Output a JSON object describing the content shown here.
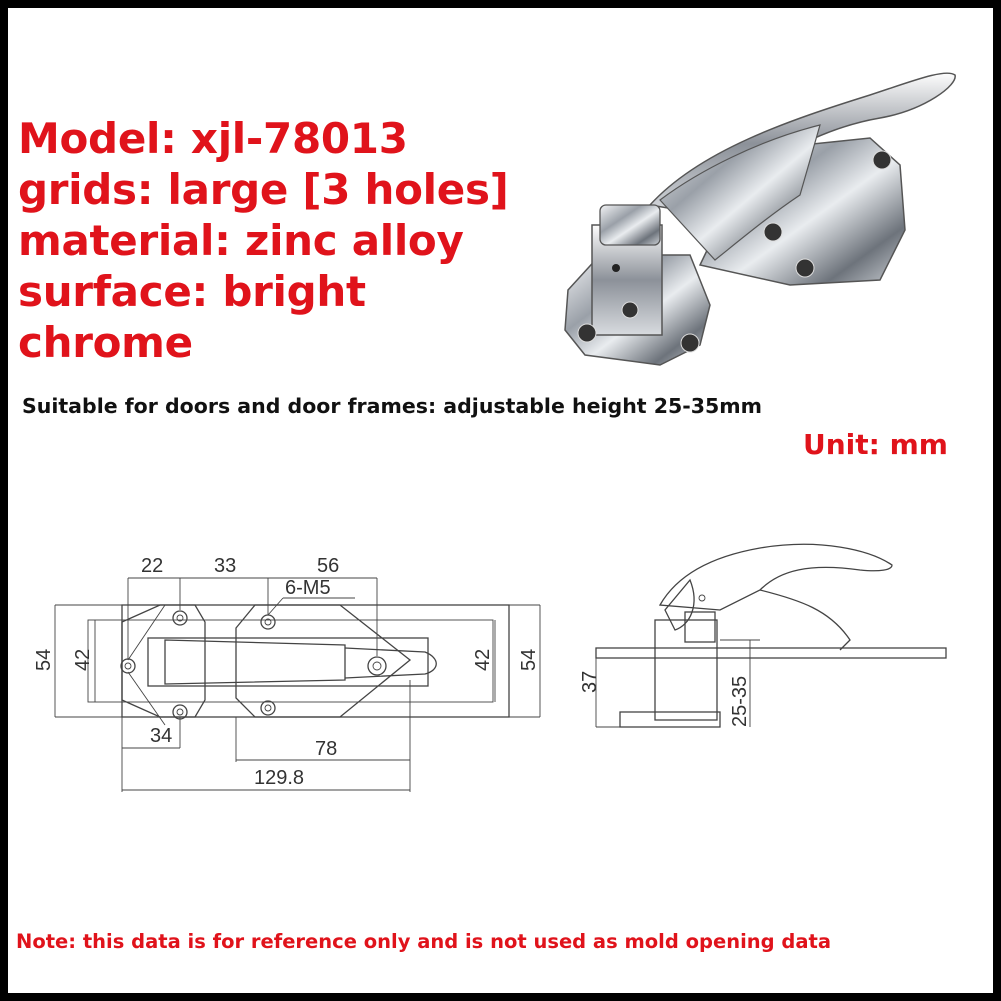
{
  "specs": {
    "model": "Model: xjl-78013",
    "grids": "grids: large [3 holes]",
    "material": "material: zinc alloy",
    "surface_line1": "surface: bright",
    "surface_line2": "chrome"
  },
  "suitable_text": "Suitable for doors and door frames: adjustable height 25-35mm",
  "unit_text": "Unit: mm",
  "note_text": "Note: this data is for reference only and is not used as mold opening data",
  "dimensions": {
    "d22": "22",
    "d33": "33",
    "d56": "56",
    "thread": "6-M5",
    "d54_left": "54",
    "d42_left": "42",
    "d42_right": "42",
    "d54_right": "54",
    "d34": "34",
    "d78": "78",
    "d129": "129.8",
    "d37": "37",
    "d25_35": "25-35"
  },
  "colors": {
    "accent_red": "#e0131b",
    "border": "#000000"
  }
}
